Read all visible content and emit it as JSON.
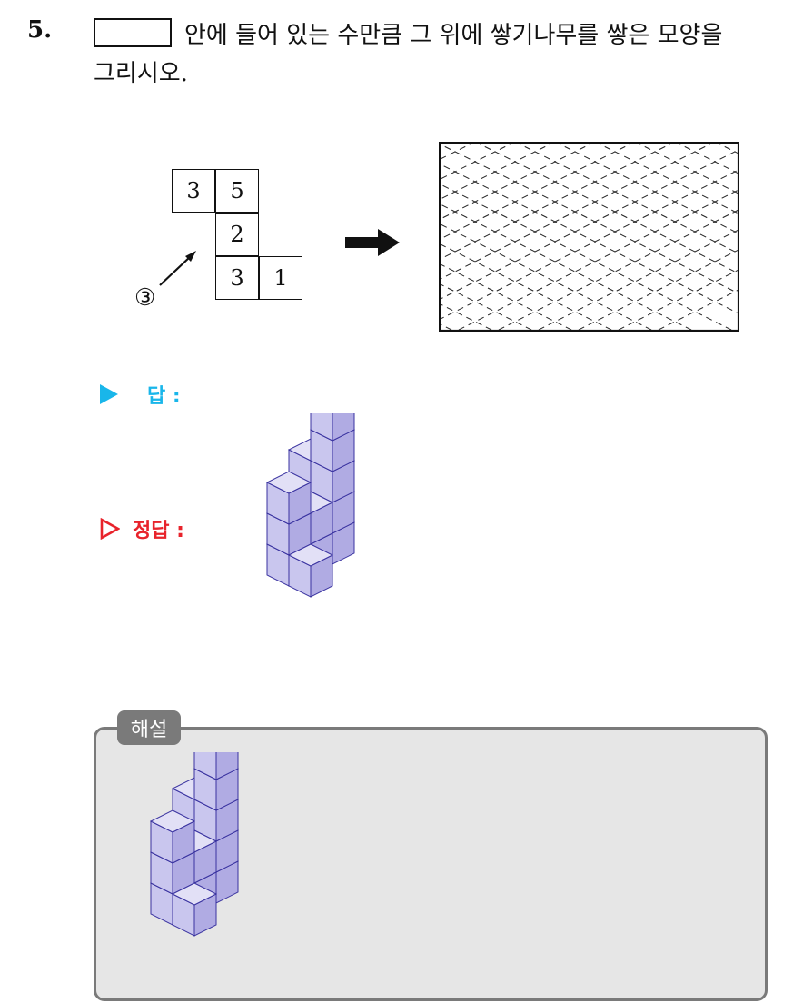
{
  "question": {
    "number": "5.",
    "line1": "안에 들어 있는 수만큼 그 위에 쌓기나무를 쌓은 모양을",
    "line2": "그리시오."
  },
  "plan": {
    "cells": [
      {
        "id": "r1c1",
        "value": "3"
      },
      {
        "id": "r1c2",
        "value": "5"
      },
      {
        "id": "r2c2",
        "value": "2"
      },
      {
        "id": "r3c2",
        "value": "3"
      },
      {
        "id": "r3c3",
        "value": "1"
      }
    ],
    "view_marker": "③"
  },
  "answer": {
    "label": "답 :",
    "correct_label": "정답 :"
  },
  "explanation": {
    "tab_label": "해설"
  },
  "colors": {
    "answer_blue": "#19b6ea",
    "correct_red": "#e8232b",
    "cube_face_top": "#e2e0f6",
    "cube_face_left": "#c9c6ee",
    "cube_face_right": "#b0abe3",
    "cube_edge": "#3a33a0",
    "explanation_bg": "#e6e6e6",
    "explanation_border": "#7a7a7a"
  },
  "structure": {
    "stacks": [
      {
        "cell": "r1c1",
        "height": 3
      },
      {
        "cell": "r1c2",
        "height": 5
      },
      {
        "cell": "r2c2",
        "height": 2
      },
      {
        "cell": "r3c2",
        "height": 3
      },
      {
        "cell": "r3c3",
        "height": 1
      }
    ]
  }
}
